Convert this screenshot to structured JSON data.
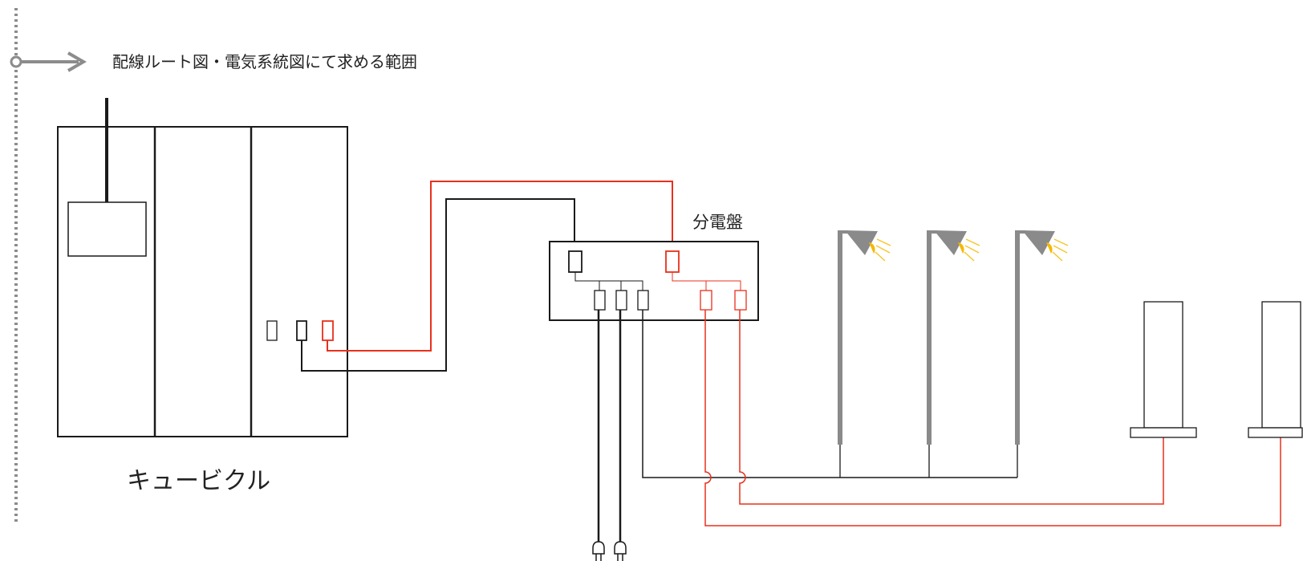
{
  "legend": {
    "scope_label": "配線ルート図・電気系統図にて求める範囲",
    "marker_color": "#8c8c8c",
    "arrow_icon": "arrow-right-icon"
  },
  "cubicle": {
    "label": "キュービクル"
  },
  "distribution_panel": {
    "label": "分電盤"
  },
  "colors": {
    "wire_black": "#1a1a1a",
    "wire_red": "#e8301c",
    "pole_gray": "#8a8a8a",
    "lamp_yellow": "#f5b800",
    "ray_yellow": "#f7c52a"
  },
  "icons": {
    "light_pole": "street-light-icon",
    "plug": "power-plug-icon",
    "bollard": "bollard-light-icon"
  }
}
